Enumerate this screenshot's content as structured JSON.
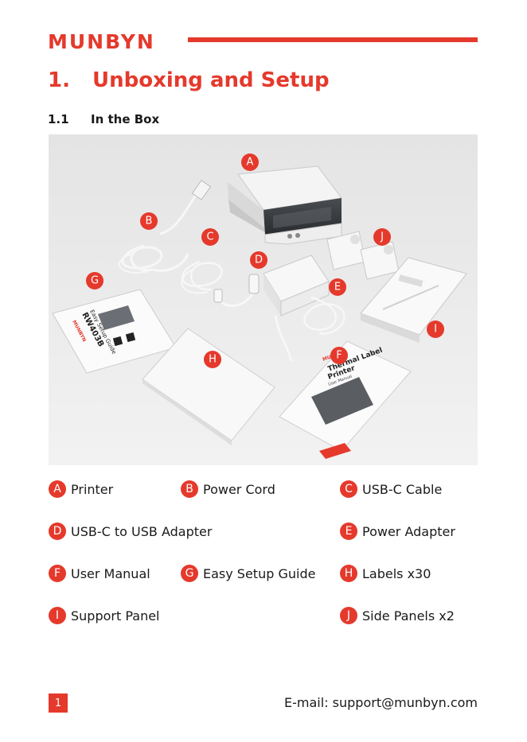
{
  "header": {
    "brand": "MUNBYN",
    "accent_color": "#e5392c"
  },
  "section": {
    "number": "1.",
    "title": "Unboxing and Setup"
  },
  "subsection": {
    "number": "1.1",
    "title": "In the Box"
  },
  "photo": {
    "pins": [
      "A",
      "B",
      "C",
      "D",
      "E",
      "F",
      "G",
      "H",
      "I",
      "J"
    ],
    "guide": {
      "brand": "MUNBYN",
      "model": "RW403B",
      "title": "Easy Setup Guide"
    },
    "manual": {
      "brand": "MUNBYN",
      "title_line1": "Thermal Label",
      "title_line2": "Printer",
      "subtitle": "User Manual"
    }
  },
  "items": [
    {
      "letter": "A",
      "label": "Printer"
    },
    {
      "letter": "B",
      "label": "Power Cord"
    },
    {
      "letter": "C",
      "label": "USB-C Cable"
    },
    {
      "letter": "D",
      "label": "USB-C to USB Adapter"
    },
    {
      "letter": "E",
      "label": "Power Adapter"
    },
    {
      "letter": "F",
      "label": "User Manual"
    },
    {
      "letter": "G",
      "label": "Easy Setup Guide"
    },
    {
      "letter": "H",
      "label": "Labels x30"
    },
    {
      "letter": "I",
      "label": "Support Panel"
    },
    {
      "letter": "J",
      "label": "Side Panels x2"
    }
  ],
  "footer": {
    "page": "1",
    "email": "E-mail: support@munbyn.com"
  }
}
